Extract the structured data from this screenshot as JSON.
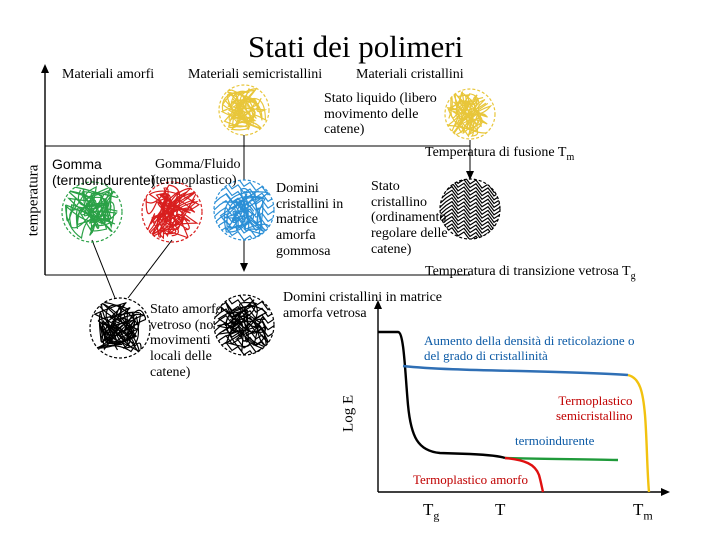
{
  "title": "Stati dei polimeri",
  "columns": {
    "amorfi": "Materiali amorfi",
    "semicristallini": "Materiali semicristallini",
    "cristallini": "Materiali cristallini"
  },
  "axis_label": "temperatura",
  "states": {
    "liquido": "Stato liquido (libero\nmovimento delle\ncatene)",
    "fusione": "Temperatura di fusione T",
    "fusione_sub": "m",
    "gomma": "Gomma\n(termoindurente)",
    "gomma_fluido": "Gomma/Fluido\n(termoplastico)",
    "domini_gommosa": "Domini\ncristallini in\nmatrice\namorfa\ngommosa",
    "cristallino": "Stato\ncristallino\n(ordinamento\nregolare delle\ncatene)",
    "transizione": "Temperatura di transizione vetrosa T",
    "transizione_sub": "g",
    "amorfo_vetroso": "Stato amorfo\nvetroso (no\nmovimenti\nlocali delle\ncatene)",
    "domini_vetrosa": "Domini cristallini in matrice\namorfa vetrosa"
  },
  "graph": {
    "aumento": "Aumento della densità di reticolazione o\ndel grado di cristallinità",
    "y_label": "Log E",
    "termoplastico_semi": "Termoplastico\nsemicristallino",
    "termoindurente": "termoindurente",
    "termoplastico_amorfo": "Termoplastico amorfo",
    "x_tg": "T",
    "x_tg_sub": "g",
    "x_t": "T",
    "x_tm": "T",
    "x_tm_sub": "m"
  },
  "colors": {
    "blue_curve": "#2f6fb5",
    "green_curve": "#1f9a3a",
    "red_curve": "#e01010",
    "yellow_curve": "#f2c20f",
    "ball_yellow": "#e8c63a",
    "ball_green": "#2aa146",
    "ball_red": "#d81e1e",
    "ball_blue": "#2b8fd6"
  }
}
